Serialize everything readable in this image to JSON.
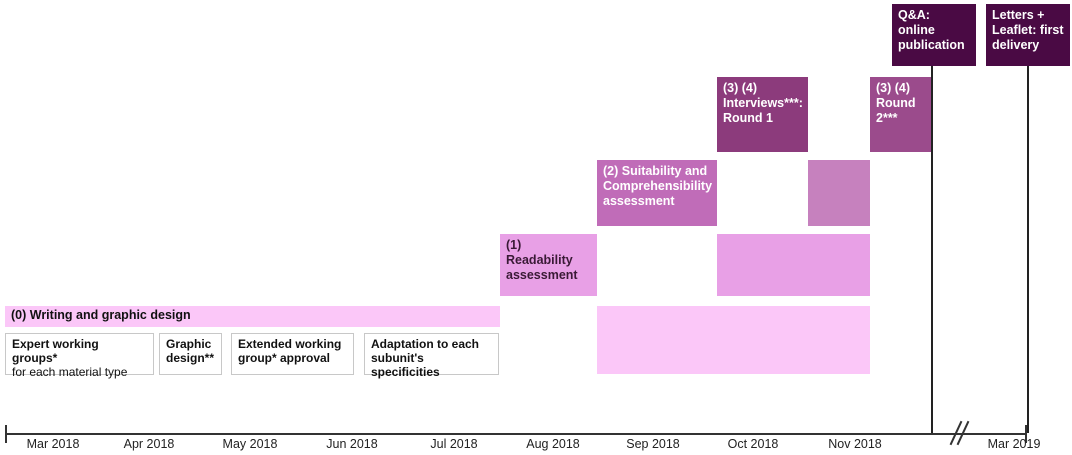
{
  "phases": {
    "writing": "(0) Writing and graphic design",
    "readability": "(1) Readability assessment",
    "suitability": "(2) Suitability and Comprehensibility assessment",
    "interviews1": "(3) (4) Interviews***: Round 1",
    "round2": "(3) (4) Round 2***",
    "qa": "Q&A: online publication",
    "letters": "Letters + Leaflet: first delivery"
  },
  "subtasks": [
    {
      "bold": "Expert working groups*",
      "normal": "for each material type"
    },
    {
      "bold": "Graphic design**",
      "normal": ""
    },
    {
      "bold": "Extended working group* approval",
      "normal": ""
    },
    {
      "bold": "Adaptation to each subunit's specificities",
      "normal": ""
    }
  ],
  "months": [
    "Mar 2018",
    "Apr 2018",
    "May 2018",
    "Jun 2018",
    "Jul 2018",
    "Aug 2018",
    "Sep 2018",
    "Oct 2018",
    "Nov 2018",
    "Mar 2019"
  ],
  "colors": {
    "lightest": "#fbc7f8",
    "light": "#e8a0e6",
    "medium": "#c06cb8",
    "dark": "#8c3b7c",
    "darkest": "#4a0a44"
  }
}
